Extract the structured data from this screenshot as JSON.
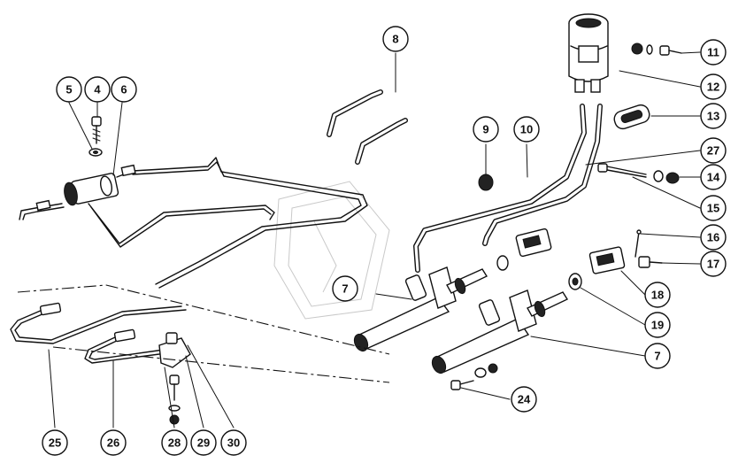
{
  "callouts": {
    "c4": "4",
    "c5": "5",
    "c6": "6",
    "c7a": "7",
    "c7b": "7",
    "c8": "8",
    "c9": "9",
    "c10": "10",
    "c11": "11",
    "c12": "12",
    "c13": "13",
    "c14": "14",
    "c15": "15",
    "c16": "16",
    "c17": "17",
    "c18": "18",
    "c19": "19",
    "c24": "24",
    "c25": "25",
    "c26": "26",
    "c27": "27",
    "c28": "28",
    "c29": "29",
    "c30": "30"
  }
}
